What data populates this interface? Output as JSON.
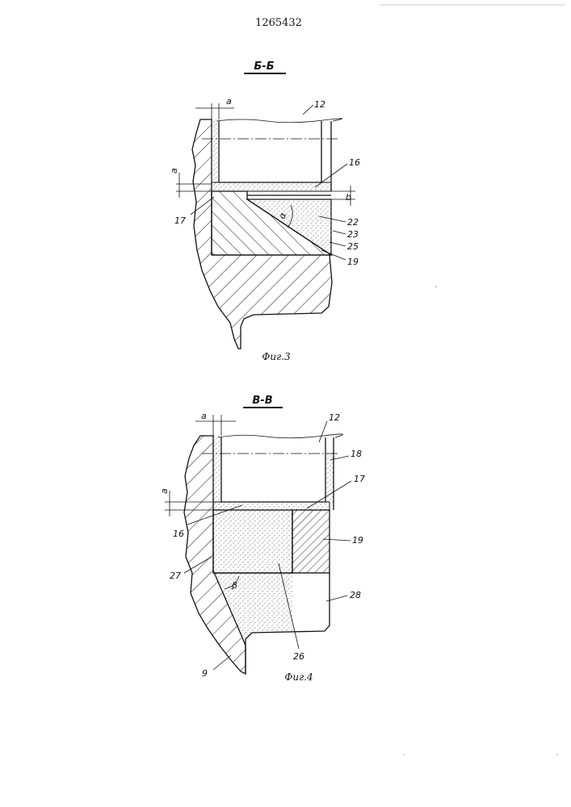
{
  "patent_number": "1265432",
  "figure3": {
    "section_label": "Б-Б",
    "caption": "Фиг.3",
    "dim_a_top": "a",
    "dim_a_left": "a",
    "dim_b": "b",
    "angle_label": "α",
    "labels": [
      "12",
      "16",
      "17",
      "22",
      "23",
      "25",
      "19"
    ]
  },
  "figure4": {
    "section_label": "В-В",
    "caption": "Фиг.4",
    "dim_a_top": "a",
    "dim_a_left": "a",
    "angle_label": "β",
    "labels": [
      "12",
      "18",
      "17",
      "16",
      "19",
      "27",
      "28",
      "26",
      "9"
    ]
  }
}
